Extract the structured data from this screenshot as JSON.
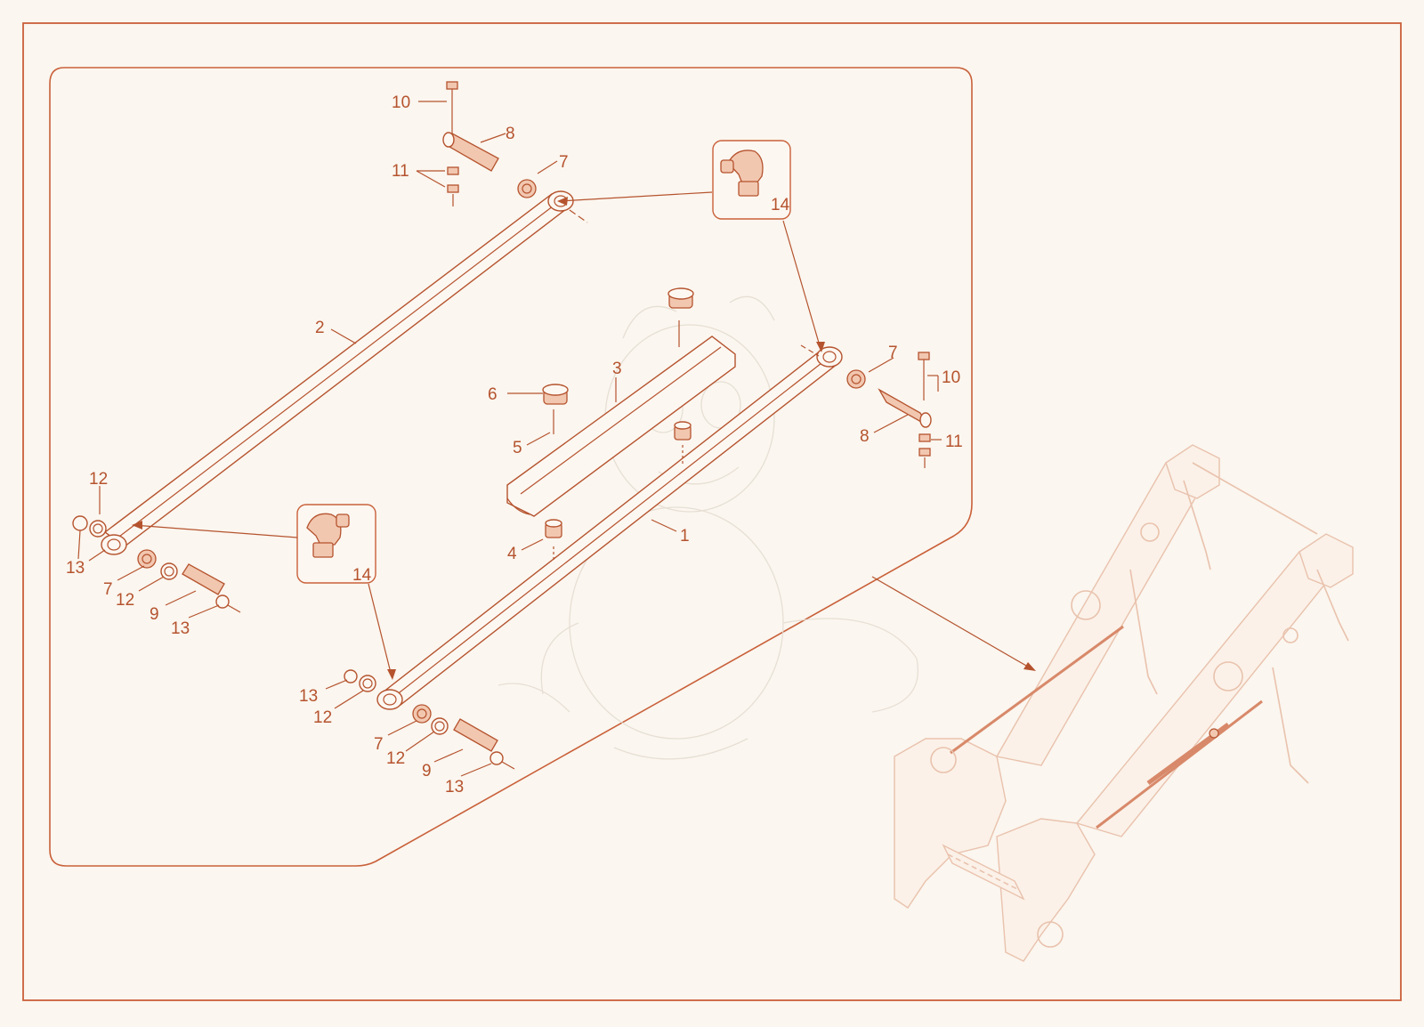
{
  "colors": {
    "line": "#b5532e",
    "fill": "#f2c7b0",
    "background": "#fbf6ef",
    "faint": "#e9c2ad"
  },
  "callouts": {
    "c1": "1",
    "c2": "2",
    "c3": "3",
    "c4": "4",
    "c5": "5",
    "c6": "6",
    "c7": "7",
    "c8": "8",
    "c9": "9",
    "c10": "10",
    "c11": "11",
    "c12": "12",
    "c13": "13",
    "c14": "14"
  },
  "icons": {
    "detail_fitting": "elbow-grease-fitting-icon",
    "watermark": "dragon-watermark-icon"
  }
}
